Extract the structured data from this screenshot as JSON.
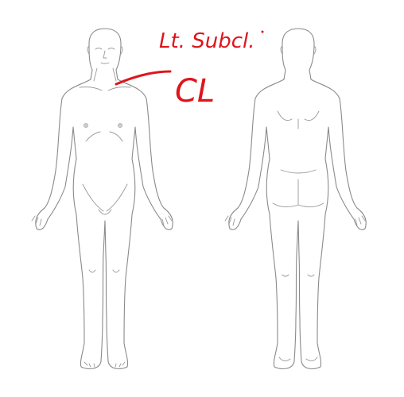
{
  "figures": {
    "front": {
      "view": "anterior"
    },
    "back": {
      "view": "posterior"
    }
  },
  "annotation": {
    "color": "#e0141b",
    "line1": "Lt. Subcl.",
    "line2": "CL"
  }
}
